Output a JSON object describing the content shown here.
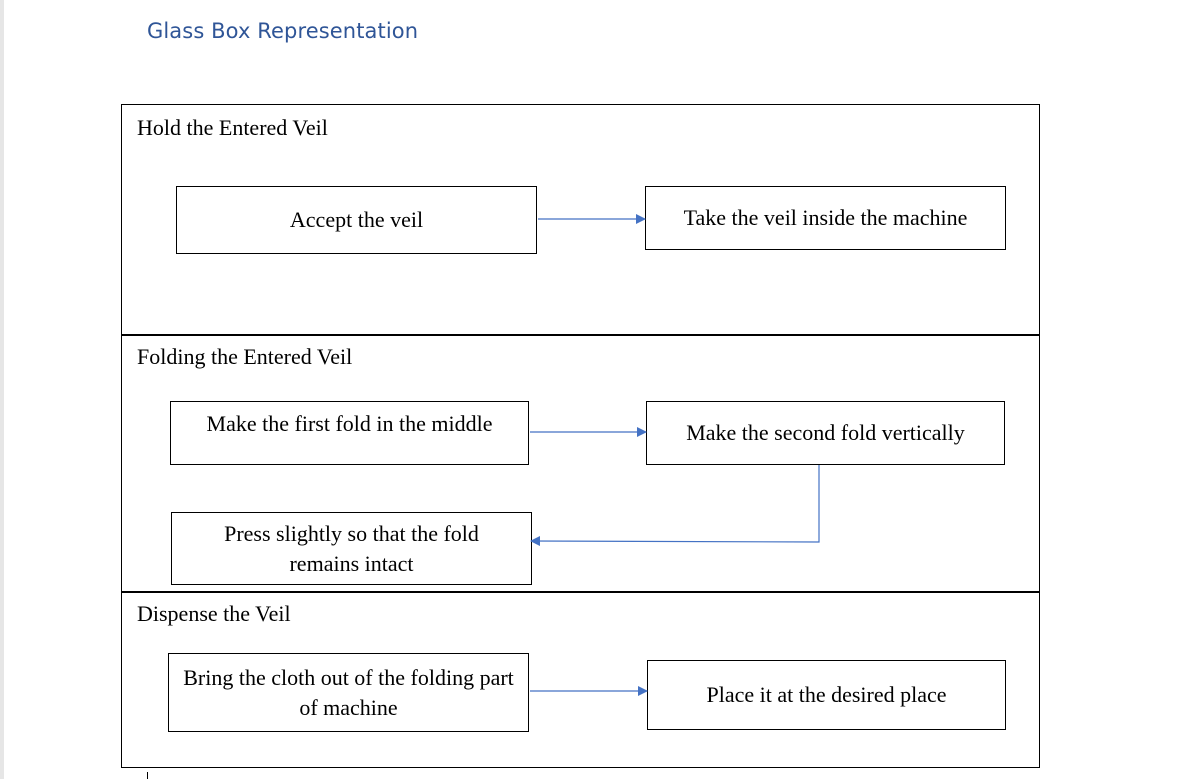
{
  "page": {
    "heading": "Glass Box Representation"
  },
  "sections": [
    {
      "title": "Hold the Entered Veil",
      "steps": [
        "Accept the veil",
        "Take the veil inside the machine"
      ]
    },
    {
      "title": "Folding the Entered Veil",
      "steps": [
        "Make the first fold in the middle",
        "Make the second fold vertically",
        "Press slightly so that the fold remains intact"
      ]
    },
    {
      "title": "Dispense the Veil",
      "steps": [
        "Bring the cloth out of the folding part of machine",
        "Place it at the desired place"
      ]
    }
  ],
  "colors": {
    "heading": "#2f5597",
    "arrow": "#4472c4",
    "border": "#000000"
  }
}
